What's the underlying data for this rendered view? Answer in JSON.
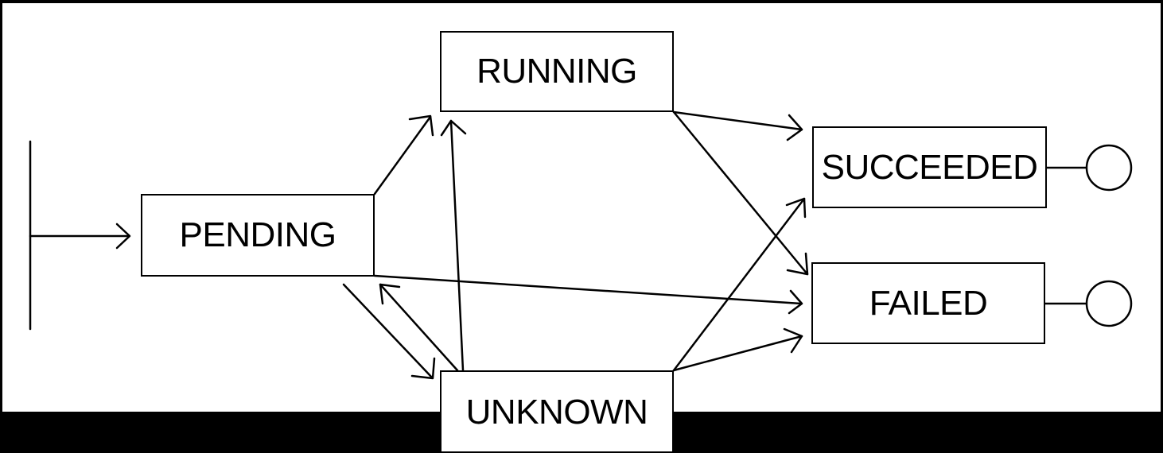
{
  "diagram": {
    "states": {
      "pending": "PENDING",
      "running": "RUNNING",
      "succeeded": "SUCCEEDED",
      "failed": "FAILED",
      "unknown": "UNKNOWN"
    },
    "transitions": [
      {
        "from": "initial",
        "to": "pending"
      },
      {
        "from": "pending",
        "to": "running"
      },
      {
        "from": "pending",
        "to": "failed"
      },
      {
        "from": "pending",
        "to": "unknown"
      },
      {
        "from": "unknown",
        "to": "pending"
      },
      {
        "from": "unknown",
        "to": "running"
      },
      {
        "from": "unknown",
        "to": "succeeded"
      },
      {
        "from": "unknown",
        "to": "failed"
      },
      {
        "from": "running",
        "to": "succeeded"
      },
      {
        "from": "running",
        "to": "failed"
      },
      {
        "from": "succeeded",
        "to": "final"
      },
      {
        "from": "failed",
        "to": "final"
      }
    ]
  }
}
